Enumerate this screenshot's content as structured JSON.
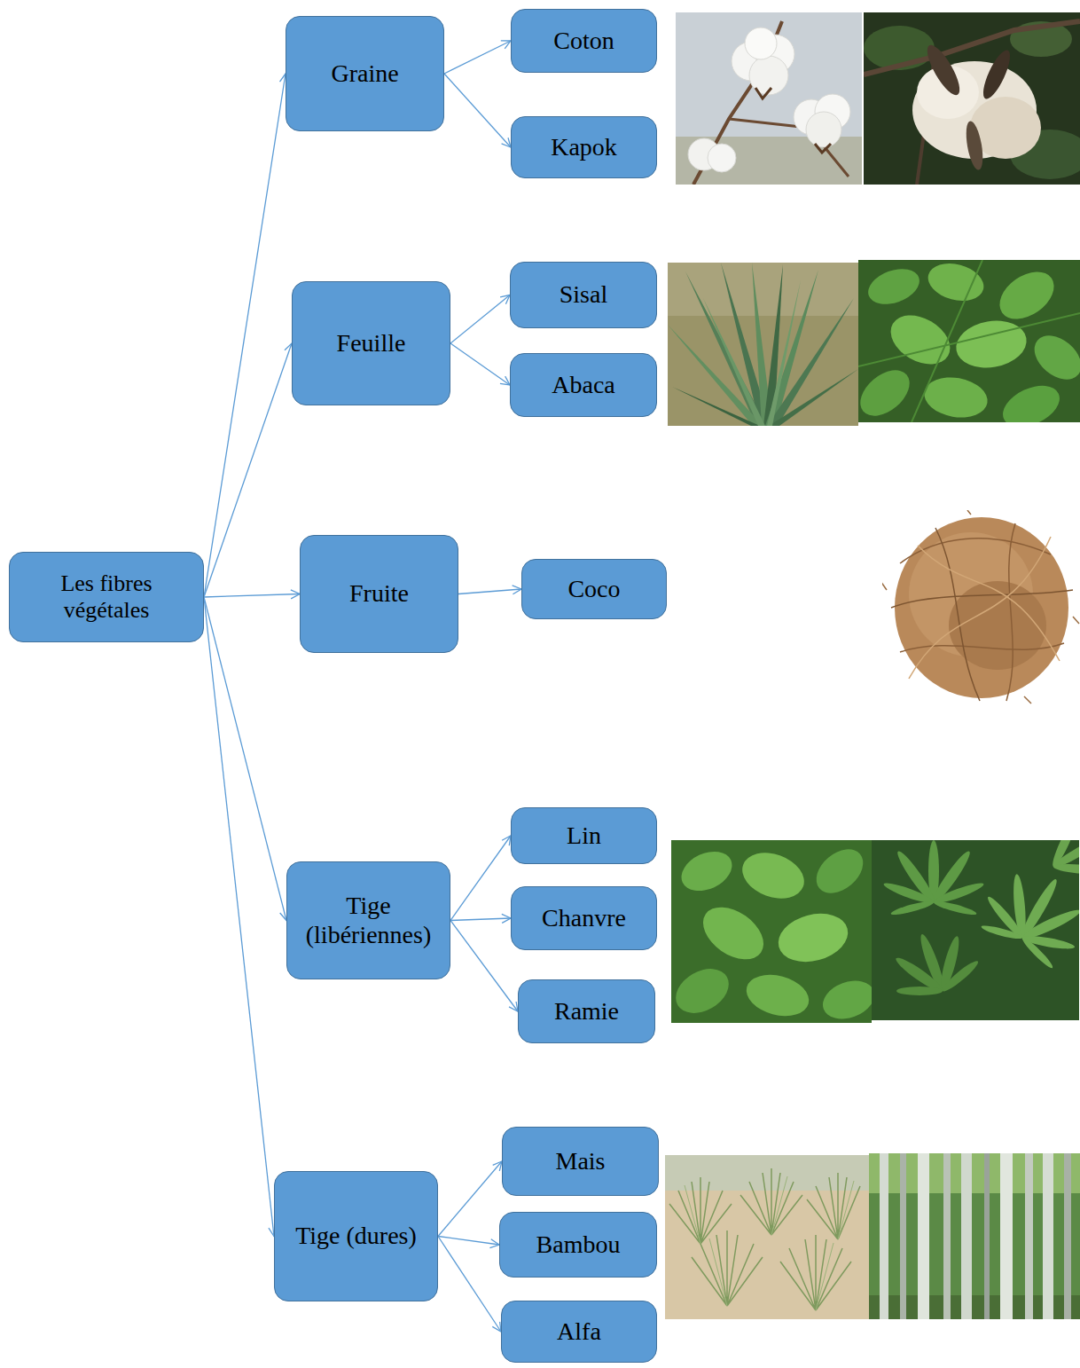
{
  "diagram": {
    "nodes": [
      {
        "text": [
          "Les fibres végétales"
        ]
      },
      {
        "text": [
          "Graine"
        ]
      },
      {
        "text": [
          "Coton"
        ]
      },
      {
        "text": [
          "Kapok"
        ]
      },
      {
        "text": [
          "Feuille"
        ]
      },
      {
        "text": [
          "Sisal"
        ]
      },
      {
        "text": [
          "Abaca"
        ]
      },
      {
        "text": [
          "Fruite"
        ]
      },
      {
        "text": [
          "Coco"
        ]
      },
      {
        "text": [
          "Tige (libériennes)"
        ]
      },
      {
        "text": [
          "Lin"
        ]
      },
      {
        "text": [
          "Chanvre"
        ]
      },
      {
        "text": [
          "Ramie"
        ]
      },
      {
        "text": [
          "Tige (dures)"
        ]
      },
      {
        "text": [
          "Mais"
        ]
      },
      {
        "text": [
          "Bambou"
        ]
      },
      {
        "text": [
          "Alfa"
        ]
      }
    ],
    "edges": [
      {
        "from": 0,
        "to": 1,
        "arrow": "to"
      },
      {
        "from": 0,
        "to": 4,
        "arrow": "to"
      },
      {
        "from": 0,
        "to": 7,
        "arrow": "to"
      },
      {
        "from": 0,
        "to": 9,
        "arrow": "to"
      },
      {
        "from": 0,
        "to": 13,
        "arrow": "to"
      },
      {
        "from": 1,
        "to": 2,
        "arrow": "to"
      },
      {
        "from": 1,
        "to": 3,
        "arrow": "to"
      },
      {
        "from": 4,
        "to": 5,
        "arrow": "to"
      },
      {
        "from": 4,
        "to": 6,
        "arrow": "to"
      },
      {
        "from": 7,
        "to": 8,
        "arrow": "to"
      },
      {
        "from": 9,
        "to": 10,
        "arrow": "to"
      },
      {
        "from": 9,
        "to": 11,
        "arrow": "to"
      },
      {
        "from": 9,
        "to": 12,
        "arrow": "to"
      },
      {
        "from": 13,
        "to": 14,
        "arrow": "to"
      },
      {
        "from": 13,
        "to": 15,
        "arrow": "to"
      },
      {
        "from": 13,
        "to": 16,
        "arrow": "to"
      }
    ]
  }
}
